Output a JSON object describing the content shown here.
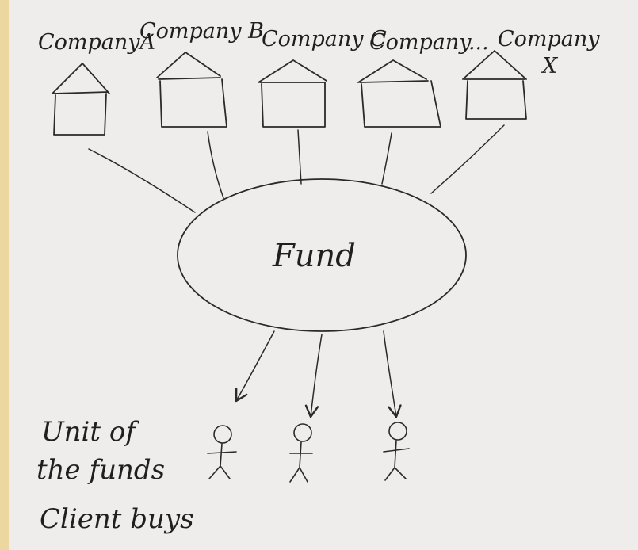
{
  "diagram": {
    "companies": [
      {
        "label": "CompanyA"
      },
      {
        "label": "Company B"
      },
      {
        "label": "Company C"
      },
      {
        "label": "Company..."
      },
      {
        "label": "Company"
      }
    ],
    "company_x_suffix": "X",
    "fund_label": "Fund",
    "client_note": [
      "Unit of",
      "the funds",
      "Client buys"
    ]
  }
}
